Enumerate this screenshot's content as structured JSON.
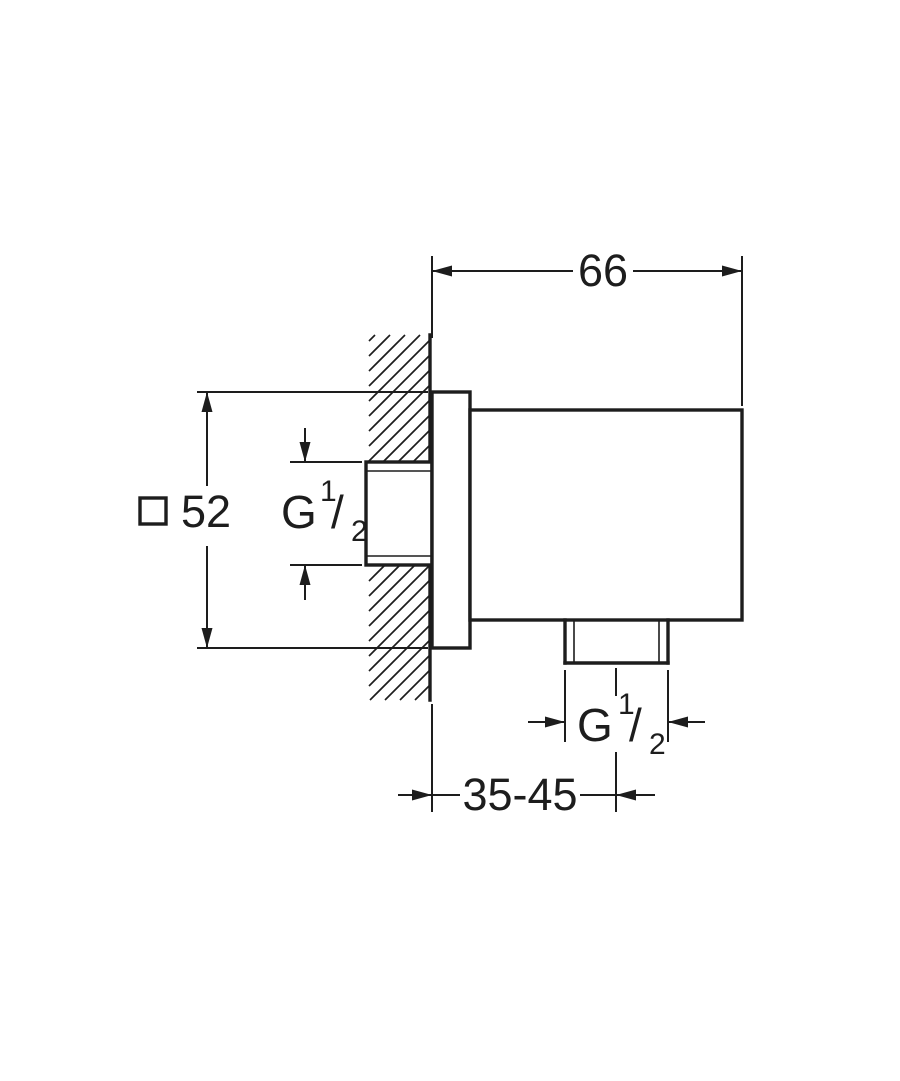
{
  "colors": {
    "line": "#1d1d1d",
    "background": "#ffffff"
  },
  "dimensions": {
    "body_width": "66",
    "plate_size": "52",
    "wall_distance_range": "35-45",
    "inlet_thread": {
      "letter": "G",
      "numerator": "1",
      "slash": "/",
      "denominator": "2"
    },
    "outlet_thread": {
      "letter": "G",
      "numerator": "1",
      "slash": "/",
      "denominator": "2"
    }
  }
}
